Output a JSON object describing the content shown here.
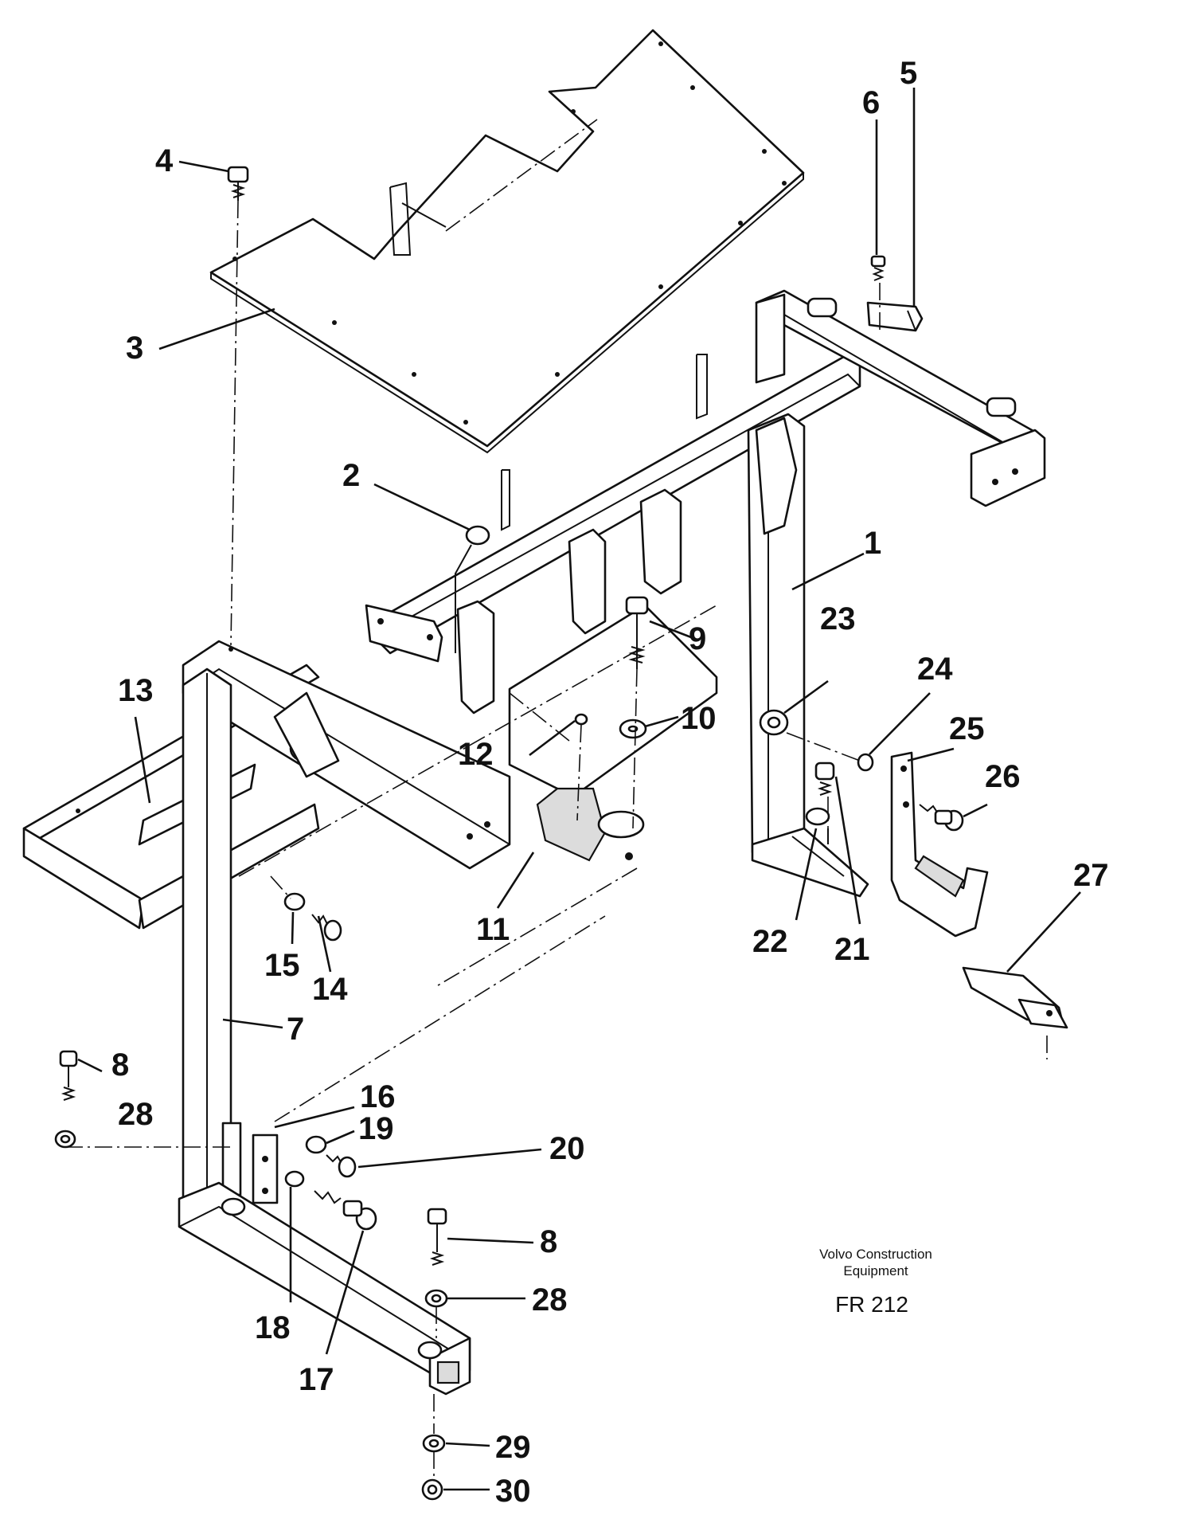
{
  "labels": [
    "1",
    "2",
    "3",
    "4",
    "5",
    "6",
    "7",
    "8",
    "9",
    "10",
    "11",
    "12",
    "13",
    "14",
    "15",
    "16",
    "17",
    "18",
    "19",
    "20",
    "21",
    "22",
    "23",
    "24",
    "25",
    "26",
    "27",
    "28",
    "28",
    "8",
    "29",
    "30"
  ],
  "caption": {
    "brand_line1": "Volvo Construction",
    "brand_line2": "Equipment",
    "code": "FR 212"
  }
}
